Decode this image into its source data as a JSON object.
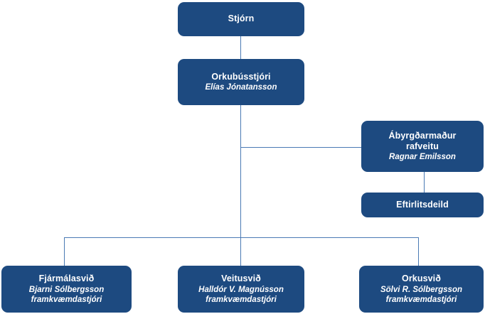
{
  "diagram": {
    "type": "organizational-chart",
    "language": "is",
    "colors": {
      "node_fill": "#1d4a80",
      "node_text": "#ffffff",
      "connector": "#4a7ab4",
      "background": "#ffffff"
    },
    "nodes": [
      {
        "id": "stjorn",
        "title": "Stjórn",
        "person": "",
        "role": ""
      },
      {
        "id": "orkubusstjori",
        "title": "Orkubússtjóri",
        "person": "Elías Jónatansson",
        "role": ""
      },
      {
        "id": "abyrgdarmadur",
        "title": "Ábyrgðarmaður\nrafveitu",
        "person": "Ragnar Emilsson",
        "role": ""
      },
      {
        "id": "eftirlitsdeild",
        "title": "Eftirlitsdeild",
        "person": "",
        "role": ""
      },
      {
        "id": "fjarmalasvid",
        "title": "Fjármálasvið",
        "person": "Bjarni Sólbergsson",
        "role": "framkvæmdastjóri"
      },
      {
        "id": "veitusvid",
        "title": "Veitusvið",
        "person": "Halldór V. Magnússon",
        "role": "framkvæmdastjóri"
      },
      {
        "id": "orkusvid",
        "title": "Orkusvið",
        "person": "Sölvi R. Sólbergsson",
        "role": "framkvæmdastjóri"
      }
    ]
  }
}
